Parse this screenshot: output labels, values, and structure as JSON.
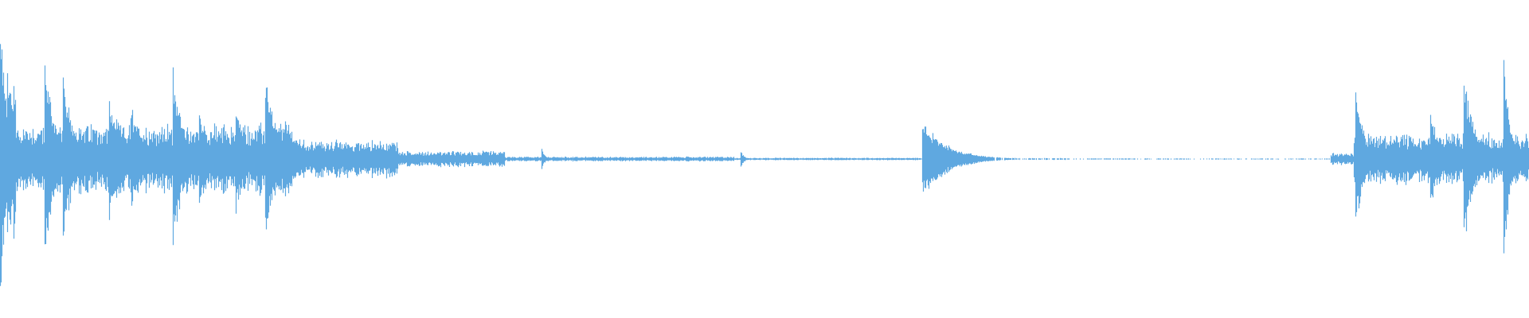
{
  "waveform": {
    "color": "#5fa8e0",
    "background": "#ffffff",
    "sample_seed": 12345,
    "segments": [
      {
        "from": 0.0,
        "to": 0.01,
        "level": 0.55
      },
      {
        "from": 0.01,
        "to": 0.19,
        "level": 0.22
      },
      {
        "from": 0.19,
        "to": 0.26,
        "level": 0.12
      },
      {
        "from": 0.26,
        "to": 0.33,
        "level": 0.05
      },
      {
        "from": 0.33,
        "to": 0.48,
        "level": 0.015
      },
      {
        "from": 0.48,
        "to": 0.6,
        "level": 0.008
      },
      {
        "from": 0.6,
        "to": 0.7,
        "level": 0.006
      },
      {
        "from": 0.7,
        "to": 0.87,
        "level": 0.004
      },
      {
        "from": 0.87,
        "to": 0.885,
        "level": 0.04
      },
      {
        "from": 0.885,
        "to": 1.0,
        "level": 0.16
      }
    ],
    "transients": [
      {
        "at": 0.0,
        "amp": 0.95,
        "decay": 0.004
      },
      {
        "at": 0.029,
        "amp": 0.6,
        "decay": 0.008
      },
      {
        "at": 0.041,
        "amp": 0.52,
        "decay": 0.008
      },
      {
        "at": 0.071,
        "amp": 0.4,
        "decay": 0.01
      },
      {
        "at": 0.085,
        "amp": 0.35,
        "decay": 0.01
      },
      {
        "at": 0.113,
        "amp": 0.62,
        "decay": 0.006
      },
      {
        "at": 0.13,
        "amp": 0.32,
        "decay": 0.008
      },
      {
        "at": 0.154,
        "amp": 0.38,
        "decay": 0.006
      },
      {
        "at": 0.173,
        "amp": 0.62,
        "decay": 0.007
      },
      {
        "at": 0.185,
        "amp": 0.28,
        "decay": 0.012
      },
      {
        "at": 0.354,
        "amp": 0.07,
        "decay": 0.002
      },
      {
        "at": 0.484,
        "amp": 0.07,
        "decay": 0.002
      },
      {
        "at": 0.603,
        "amp": 0.25,
        "decay": 0.016
      },
      {
        "at": 0.886,
        "amp": 0.55,
        "decay": 0.005
      },
      {
        "at": 0.935,
        "amp": 0.35,
        "decay": 0.006
      },
      {
        "at": 0.957,
        "amp": 0.55,
        "decay": 0.008
      },
      {
        "at": 0.983,
        "amp": 0.7,
        "decay": 0.004
      }
    ]
  }
}
